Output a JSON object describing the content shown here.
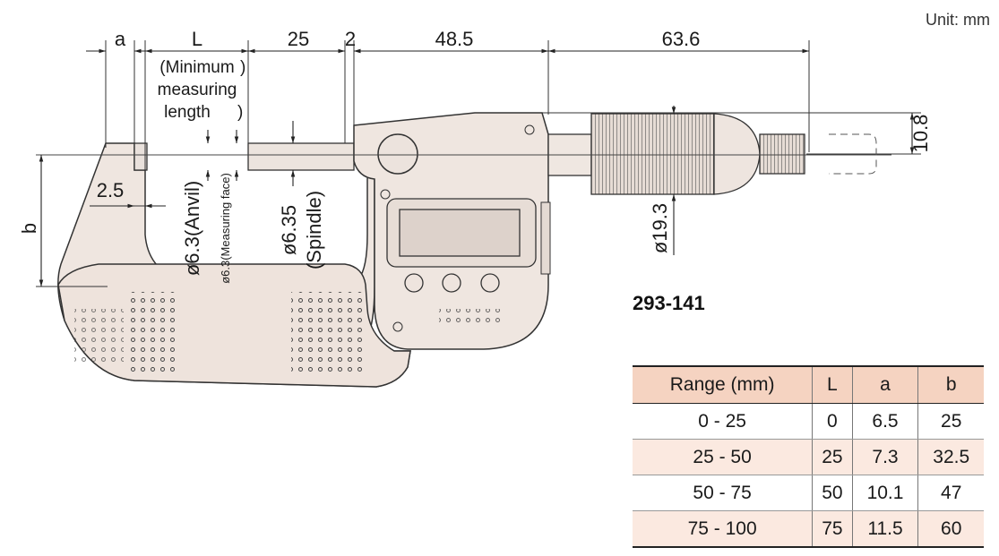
{
  "unit_label": "Unit: mm",
  "model": "293-141",
  "dimensions": {
    "a": "a",
    "L": "L",
    "d25": "25",
    "d2": "2",
    "d48_5": "48.5",
    "d63_6": "63.6",
    "d10_8": "10.8",
    "d2_5": "2.5",
    "b": "b",
    "d19_3": "ø19.3",
    "anvil_dia": "ø6.3(Anvil)",
    "face_dia": "ø6.3(Measuring face)",
    "spindle_dia": "ø6.35",
    "spindle_label": "(Spindle)",
    "min_len_1": "(Minimum",
    "min_len_2": "measuring",
    "min_len_3": "length"
  },
  "table": {
    "headers": [
      "Range (mm)",
      "L",
      "a",
      "b"
    ],
    "rows": [
      [
        "0 - 25",
        "0",
        "6.5",
        "25"
      ],
      [
        "25 - 50",
        "25",
        "7.3",
        "32.5"
      ],
      [
        "50 - 75",
        "50",
        "10.1",
        "47"
      ],
      [
        "75 - 100",
        "75",
        "11.5",
        "60"
      ]
    ]
  }
}
